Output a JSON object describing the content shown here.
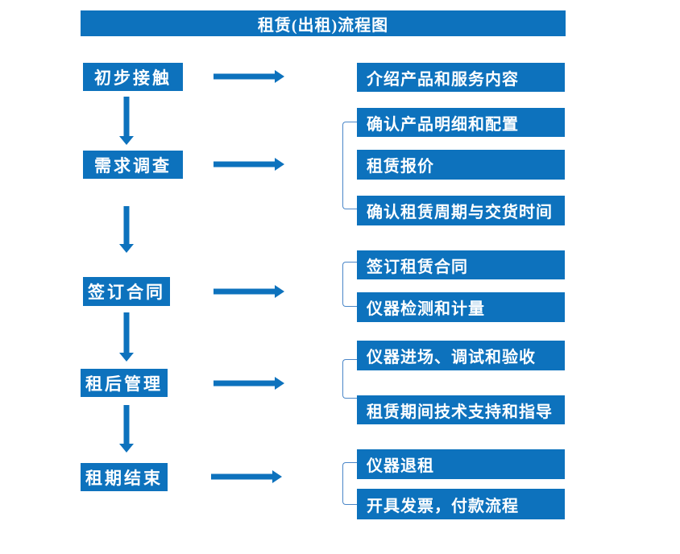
{
  "title": "租赁(出租)流程图",
  "colors": {
    "primary": "#0d72bd",
    "bracket": "#4a86c8",
    "background": "#ffffff",
    "text": "#ffffff"
  },
  "stages": [
    {
      "label": "初步接触",
      "details": [
        "介绍产品和服务内容"
      ]
    },
    {
      "label": "需求调查",
      "details": [
        "确认产品明细和配置",
        "租赁报价",
        "确认租赁周期与交货时间"
      ]
    },
    {
      "label": "签订合同",
      "details": [
        "签订租赁合同",
        "仪器检测和计量"
      ]
    },
    {
      "label": "租后管理",
      "details": [
        "仪器进场、调试和验收",
        "租赁期间技术支持和指导"
      ]
    },
    {
      "label": "租期结束",
      "details": [
        "仪器退租",
        "开具发票，付款流程"
      ]
    }
  ]
}
